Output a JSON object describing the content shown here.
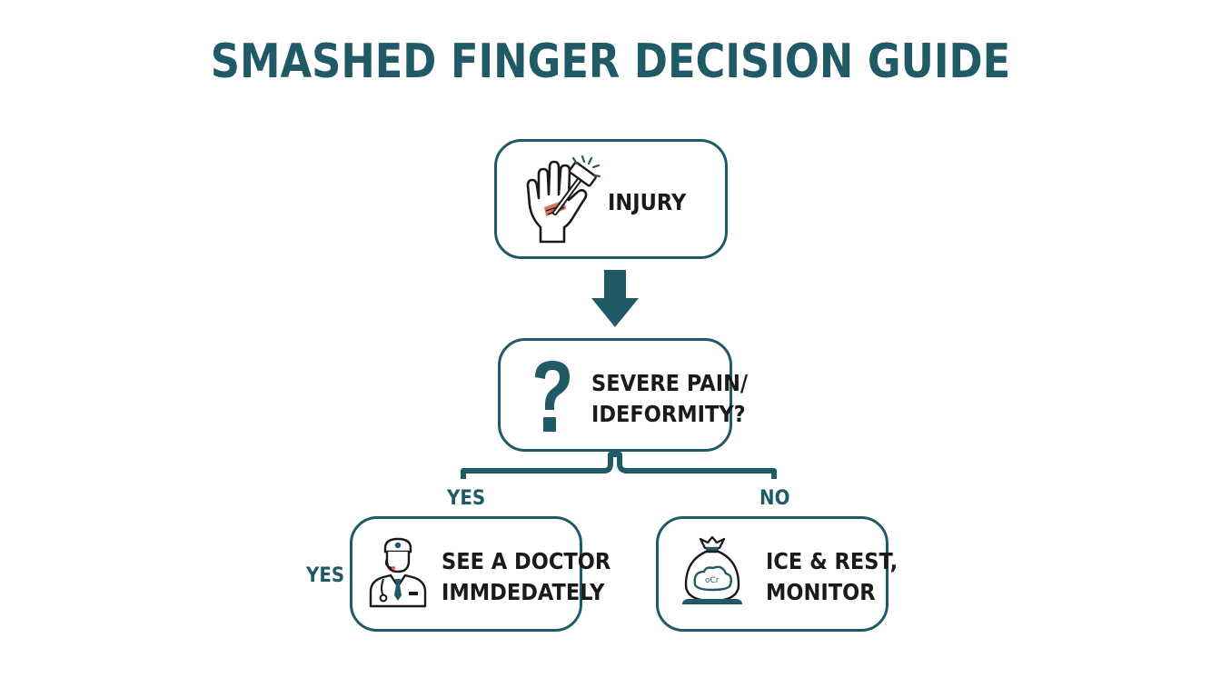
{
  "title": "SMASHED FINGER DECISION GUIDE",
  "colors": {
    "accent": "#1f5a66",
    "text": "#1a1a1a",
    "injury_highlight": "#e0574b"
  },
  "nodes": {
    "injury": {
      "label": "INJURY",
      "icon": "hand-hammer-icon"
    },
    "question": {
      "line1": "SEVERE PAIN/",
      "line2": "IDEFORMITY?",
      "icon": "question-mark-icon"
    },
    "doctor": {
      "line1": "SEE A DOCTOR",
      "line2": "IMMDEDATELY",
      "icon": "doctor-icon"
    },
    "ice": {
      "line1": "ICE & REST,",
      "line2": "MONITOR",
      "icon": "ice-pack-icon"
    }
  },
  "branches": {
    "yes": "YES",
    "no": "NO",
    "side_yes": "YES"
  }
}
